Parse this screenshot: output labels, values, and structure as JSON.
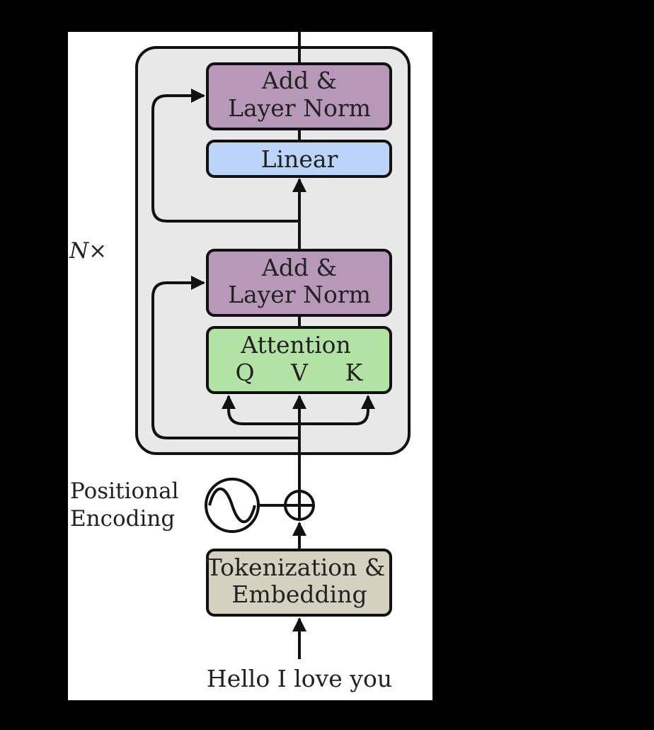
{
  "diagram": {
    "repeat_label": "N×",
    "layer": {
      "add_norm_top": {
        "line1": "Add &",
        "line2": "Layer Norm"
      },
      "linear": {
        "label": "Linear"
      },
      "add_norm_bottom": {
        "line1": "Add &",
        "line2": "Layer Norm"
      },
      "attention": {
        "title": "Attention",
        "q": "Q",
        "v": "V",
        "k": "K"
      }
    },
    "positional_encoding": {
      "line1": "Positional",
      "line2": "Encoding"
    },
    "tokenization": {
      "line1": "Tokenization &",
      "line2": "Embedding"
    },
    "input_text": "Hello I love you"
  },
  "colors": {
    "page_background": "#000000",
    "canvas_background": "#ffffff",
    "layer_panel": "#e8e8e8",
    "add_norm": "#b898b8",
    "linear": "#bcd4f7",
    "attention": "#b2e3a4",
    "tokenization": "#d5d1c1",
    "stroke": "#111111"
  }
}
